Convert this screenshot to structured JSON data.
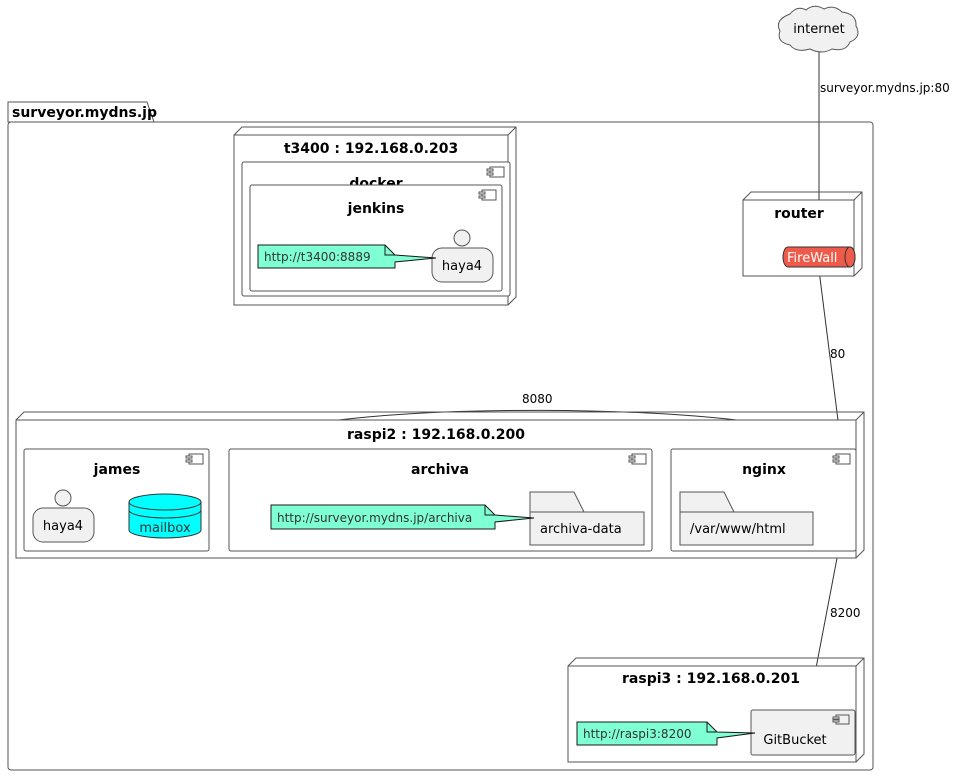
{
  "internet": "internet",
  "internet_link_label": "surveyor.mydns.jp:80",
  "package_title": "surveyor.mydns.jp",
  "router": {
    "title": "router",
    "firewall": "FireWall"
  },
  "t3400": {
    "title": "t3400 : 192.168.0.203",
    "docker": "docker",
    "jenkins": "jenkins",
    "actor": "haya4",
    "note": "http://t3400:8889"
  },
  "raspi2": {
    "title": "raspi2 : 192.168.0.200",
    "james": {
      "title": "james",
      "actor": "haya4",
      "db": "mailbox"
    },
    "archiva": {
      "title": "archiva",
      "folder": "archiva-data",
      "note": "http://surveyor.mydns.jp/archiva"
    },
    "nginx": {
      "title": "nginx",
      "folder": "/var/www/html"
    }
  },
  "raspi3": {
    "title": "raspi3 : 192.168.0.201",
    "component": "GitBucket",
    "note": "http://raspi3:8200"
  },
  "links": {
    "fw_nginx": "80",
    "nginx_archiva": "8080",
    "nginx_gitbucket": "8200"
  },
  "colors": {
    "note_fill": "#7fffd4",
    "firewall_fill": "#ef5b4a",
    "mailbox_fill": "#00ffff",
    "box_fill": "#f1f1f1"
  }
}
